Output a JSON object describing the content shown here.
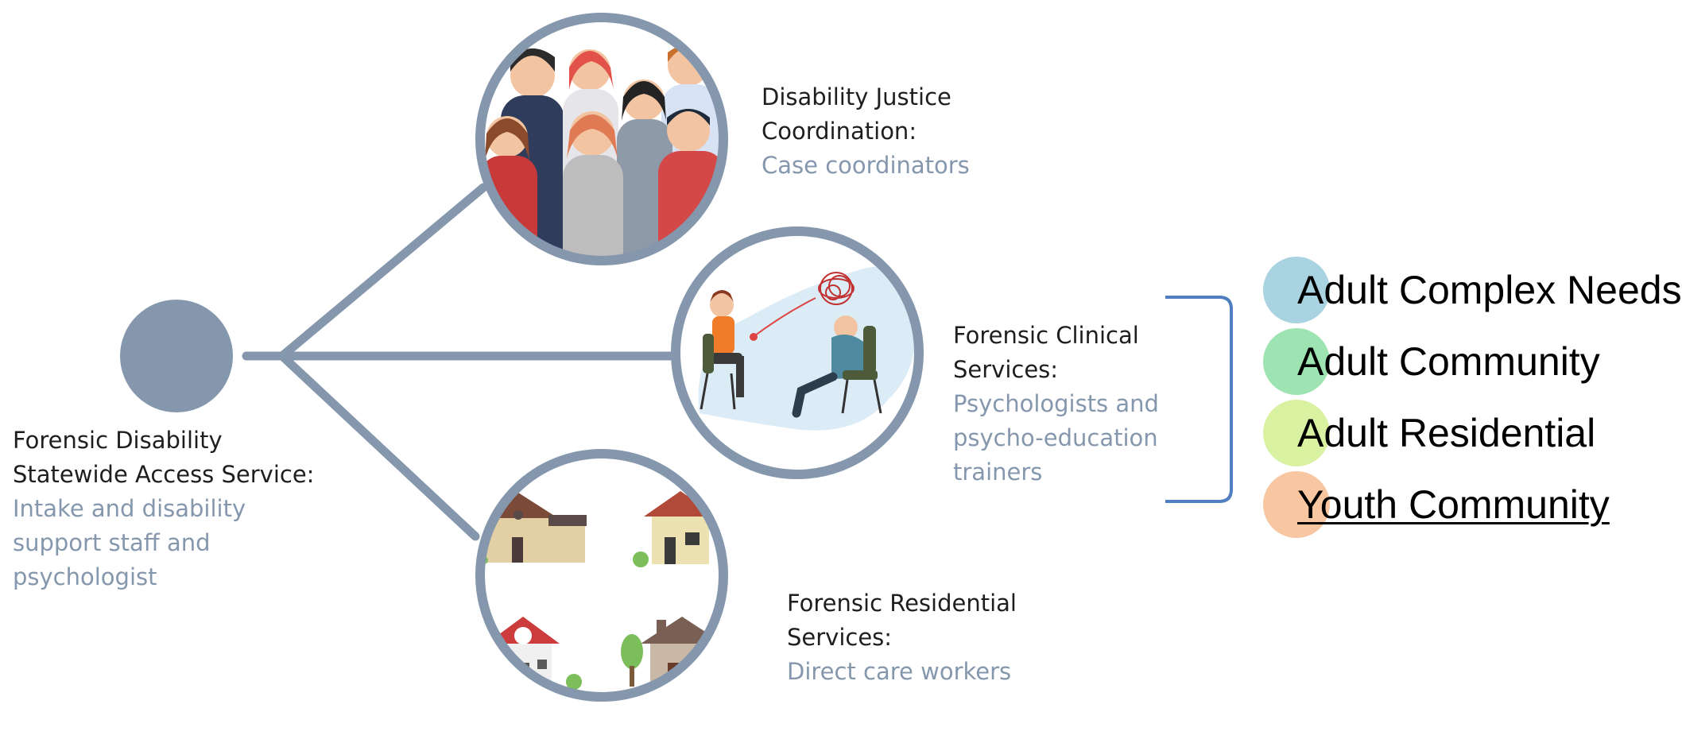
{
  "nodes": {
    "access": {
      "title_line1": "Forensic Disability",
      "title_line2": "Statewide Access Service:",
      "desc_line1": "Intake and disability",
      "desc_line2": "support staff and",
      "desc_line3": "psychologist"
    },
    "coordination": {
      "title_line1": "Disability Justice",
      "title_line2": "Coordination:",
      "desc_line1": "Case coordinators"
    },
    "clinical": {
      "title_line1": "Forensic Clinical",
      "title_line2": "Services:",
      "desc_line1": "Psychologists and",
      "desc_line2": "psycho-education",
      "desc_line3": "trainers"
    },
    "residential": {
      "title_line1": "Forensic Residential",
      "title_line2": "Services:",
      "desc_line1": "Direct care workers"
    }
  },
  "legend": [
    {
      "label": "Adult Complex Needs",
      "color": "#a9d3e0"
    },
    {
      "label": "Adult Community",
      "color": "#9ee4b2"
    },
    {
      "label": "Adult Residential",
      "color": "#d8f2a2"
    },
    {
      "label": "Youth Community",
      "color": "#f8c6a0"
    }
  ],
  "colors": {
    "connector": "#8597ad",
    "hub": "#8597ad",
    "bracket": "#4f7fc1",
    "title_text": "#1e1e1e",
    "desc_text": "#8597ad"
  },
  "icons": [
    "people-group-illustration",
    "therapy-session-illustration",
    "houses-illustration"
  ]
}
